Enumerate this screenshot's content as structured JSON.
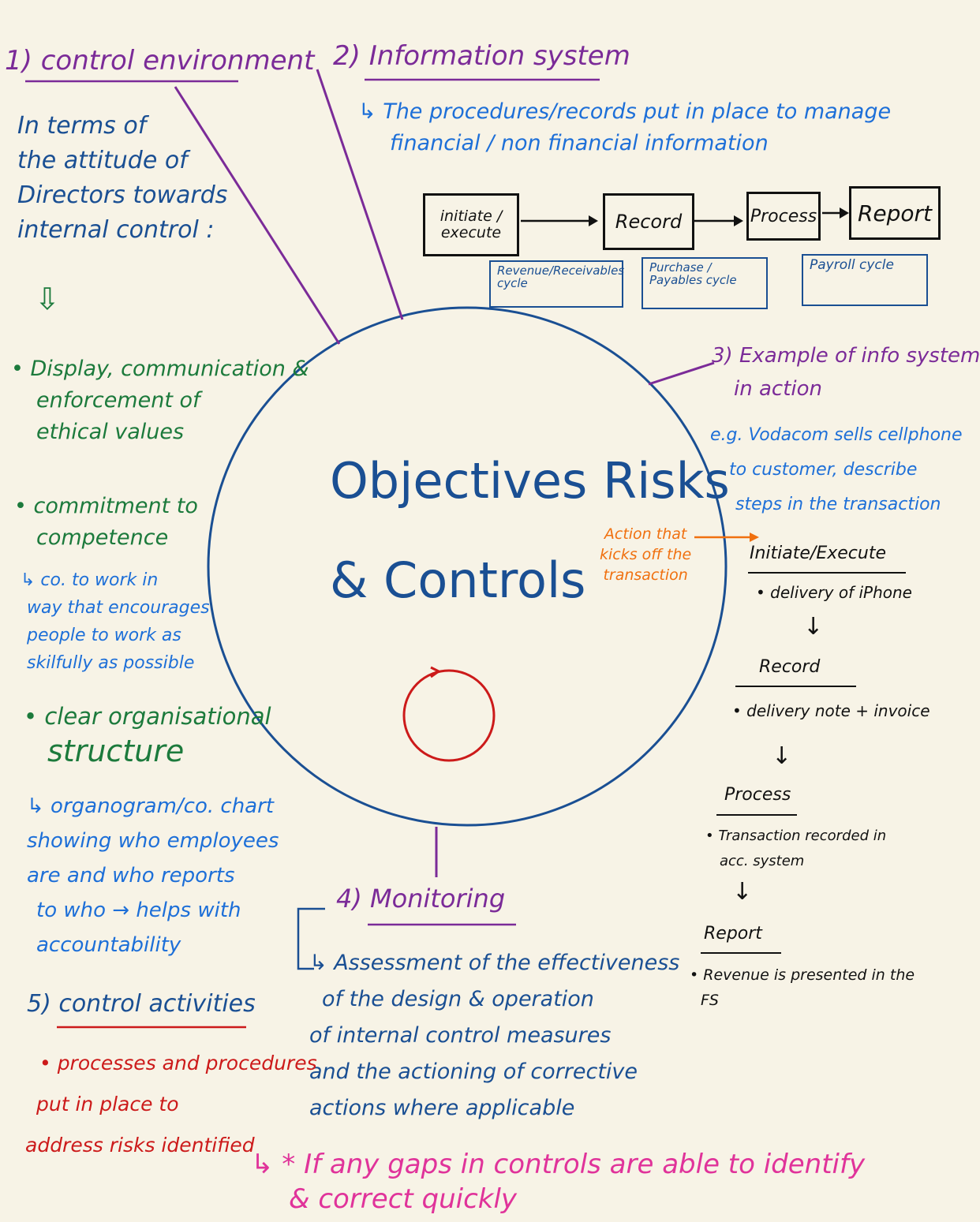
{
  "center": {
    "line1": "Objectives Risks",
    "line2": "& Controls"
  },
  "control_environment": {
    "heading": "1) control environment",
    "intro": [
      "In terms of",
      "the attitude of",
      "Directors towards",
      "internal control :"
    ],
    "arrow": "⇩",
    "point1": [
      "• Display, communication &",
      "enforcement of",
      "ethical values"
    ],
    "point2": [
      "• commitment to",
      "competence"
    ],
    "point2_note": [
      "↳ co. to work in",
      "way that encourages",
      "people to work as",
      "skilfully as possible"
    ],
    "point3": [
      "• clear organisational",
      "structure"
    ],
    "point3_note": [
      "↳ organogram/co. chart",
      "showing who employees",
      "are and who reports",
      "to who → helps with",
      "accountability"
    ]
  },
  "information_system": {
    "heading": "2) Information system",
    "description": [
      "↳ The procedures/records put in place to manage",
      "financial / non financial information"
    ],
    "flow": [
      "initiate / execute",
      "Record",
      "Process",
      "Report"
    ],
    "cycles": [
      "Revenue/Receivables cycle",
      "Purchase / Payables cycle",
      "Payroll cycle"
    ]
  },
  "info_system_example": {
    "heading": [
      "3) Example of info system",
      "in action"
    ],
    "example": [
      "e.g. Vodacom sells cellphone",
      "to customer, describe",
      "steps in the transaction"
    ],
    "note": [
      "Action that",
      "kicks off the",
      "transaction"
    ],
    "steps": [
      {
        "title": "Initiate/Execute",
        "detail": [
          "• delivery of iPhone"
        ]
      },
      {
        "title": "Record",
        "detail": [
          "• delivery note + invoice"
        ]
      },
      {
        "title": "Process",
        "detail": [
          "• Transaction recorded in",
          "acc. system"
        ]
      },
      {
        "title": "Report",
        "detail": [
          "• Revenue is presented in the",
          "FS"
        ]
      }
    ],
    "down_arrow": "↓"
  },
  "monitoring": {
    "heading": "4) Monitoring",
    "text": [
      "↳ Assessment of the effectiveness",
      "of the design & operation",
      "of internal control measures",
      "and the actioning of corrective",
      "actions where applicable"
    ],
    "pink_note": [
      "↳ * If any gaps in controls are able to identify",
      "& correct quickly"
    ]
  },
  "control_activities": {
    "heading": "5) control activities",
    "text": [
      "• processes and procedures",
      "put in place to",
      "address risks identified"
    ]
  },
  "colors": {
    "purple": "#7b2b98",
    "dark_blue": "#1a4f93",
    "light_blue": "#1d6fd8",
    "green": "#1c7a3c",
    "red": "#cc1a1a",
    "pink": "#e0339a",
    "orange": "#f0700f"
  }
}
